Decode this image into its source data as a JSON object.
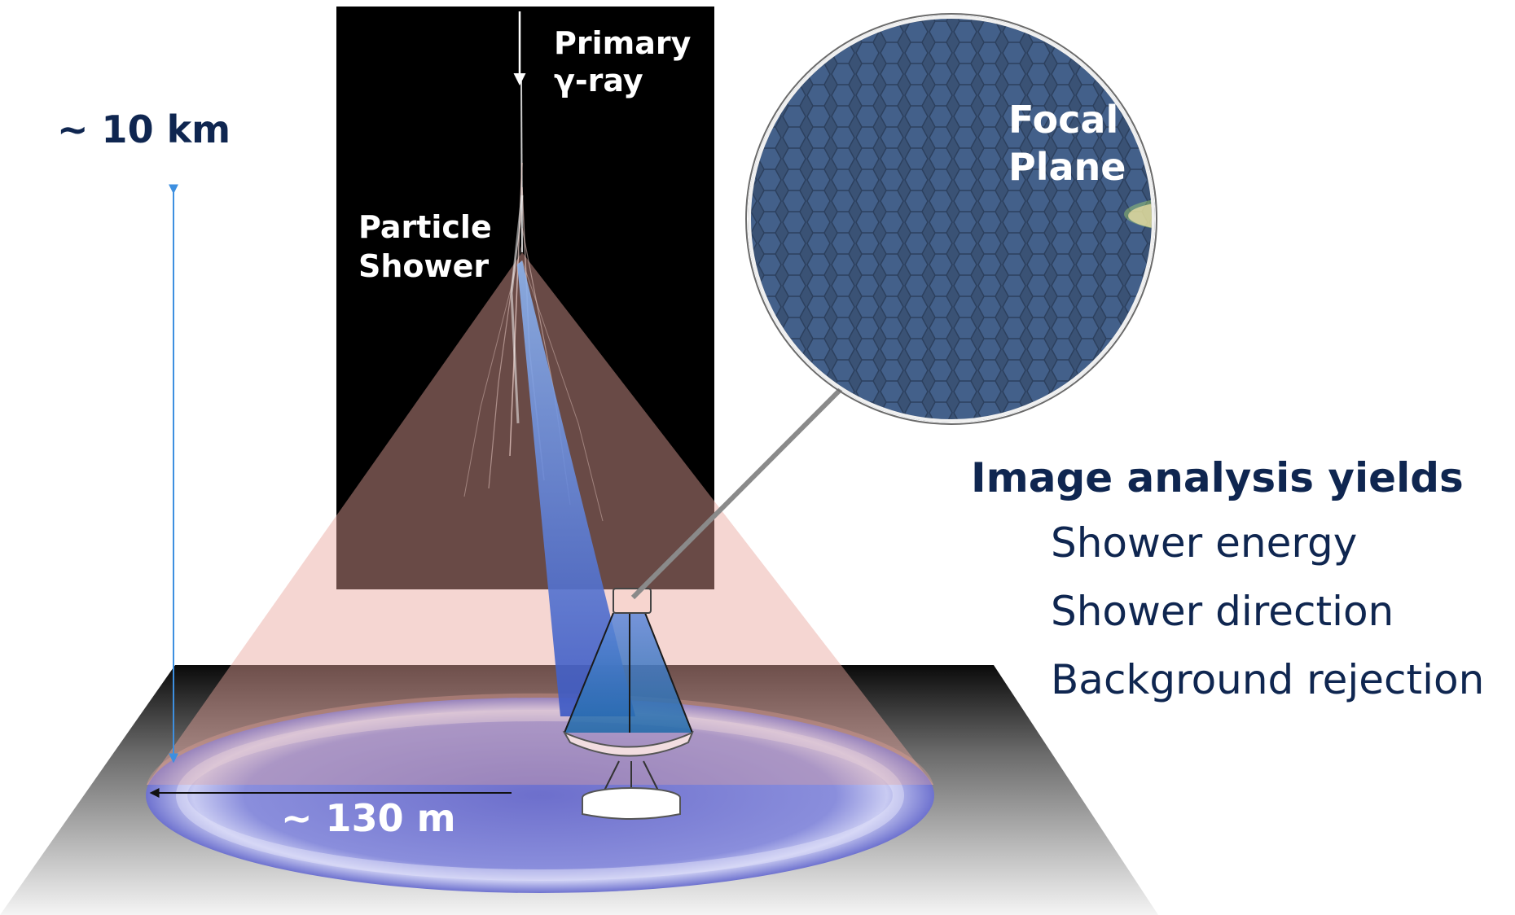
{
  "labels": {
    "altitude": "~ 10 km",
    "primary": "Primary\nγ-ray",
    "shower": "Particle\nShower",
    "radius": "~ 130 m",
    "focal_plane": "Focal\nPlane"
  },
  "analysis": {
    "heading": "Image analysis yields",
    "items": [
      "Shower energy",
      "Shower direction",
      "Background rejection"
    ]
  },
  "colors": {
    "text_navy": "#0f2650",
    "sky": "#000000",
    "light_pool": "#7e83d6",
    "cone": "#e9a59b",
    "beam": "#4a6fd0",
    "arrow_gray": "#8a8a8a",
    "dimension_blue": "#3d8fe0",
    "camera_bg": "#3c5578",
    "hot_pixel": "#e85a30"
  }
}
